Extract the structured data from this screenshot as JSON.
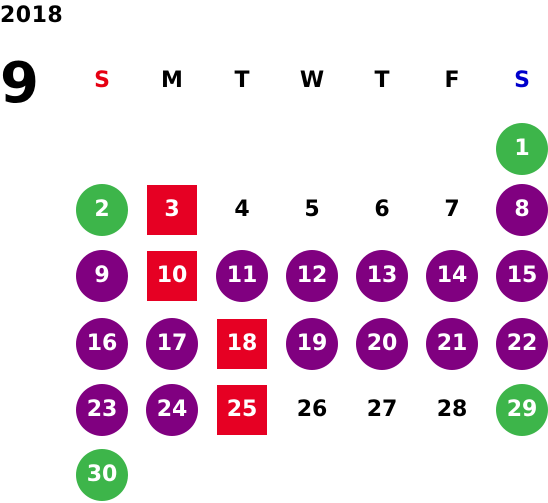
{
  "calendar": {
    "year": "2018",
    "month": "9",
    "weekdays": [
      {
        "label": "S",
        "color": "#e60012"
      },
      {
        "label": "M",
        "color": "#000000"
      },
      {
        "label": "T",
        "color": "#000000"
      },
      {
        "label": "W",
        "color": "#000000"
      },
      {
        "label": "T",
        "color": "#000000"
      },
      {
        "label": "F",
        "color": "#000000"
      },
      {
        "label": "S",
        "color": "#0000cc"
      }
    ],
    "colors": {
      "green": "#3db54a",
      "purple": "#800080",
      "red": "#e60023"
    },
    "days": [
      {
        "label": "1",
        "style": "green"
      },
      {
        "label": "2",
        "style": "green"
      },
      {
        "label": "3",
        "style": "red"
      },
      {
        "label": "4",
        "style": "plain"
      },
      {
        "label": "5",
        "style": "plain"
      },
      {
        "label": "6",
        "style": "plain"
      },
      {
        "label": "7",
        "style": "plain"
      },
      {
        "label": "8",
        "style": "purple"
      },
      {
        "label": "9",
        "style": "purple"
      },
      {
        "label": "10",
        "style": "red"
      },
      {
        "label": "11",
        "style": "purple"
      },
      {
        "label": "12",
        "style": "purple"
      },
      {
        "label": "13",
        "style": "purple"
      },
      {
        "label": "14",
        "style": "purple"
      },
      {
        "label": "15",
        "style": "purple"
      },
      {
        "label": "16",
        "style": "purple"
      },
      {
        "label": "17",
        "style": "purple"
      },
      {
        "label": "18",
        "style": "red"
      },
      {
        "label": "19",
        "style": "purple"
      },
      {
        "label": "20",
        "style": "purple"
      },
      {
        "label": "21",
        "style": "purple"
      },
      {
        "label": "22",
        "style": "purple"
      },
      {
        "label": "23",
        "style": "purple"
      },
      {
        "label": "24",
        "style": "purple"
      },
      {
        "label": "25",
        "style": "red"
      },
      {
        "label": "26",
        "style": "plain"
      },
      {
        "label": "27",
        "style": "plain"
      },
      {
        "label": "28",
        "style": "plain"
      },
      {
        "label": "29",
        "style": "green"
      },
      {
        "label": "30",
        "style": "green"
      }
    ]
  }
}
